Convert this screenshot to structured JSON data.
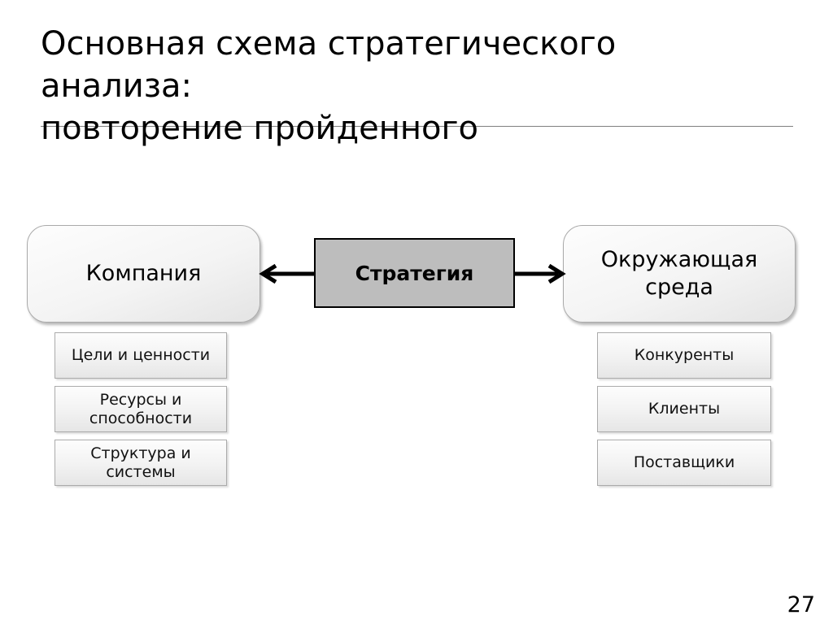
{
  "slide": {
    "title_lines": [
      "Основная схема стратегического",
      "анализа:",
      "повторение пройденного"
    ],
    "page_number": "27"
  },
  "diagram": {
    "company_box_label": "Компания",
    "strategy_box_label": "Стратегия",
    "environment_box_label": "Окружающая среда",
    "company_items": [
      "Цели и ценности",
      "Ресурсы и способности",
      "Структура и системы"
    ],
    "environment_items": [
      "Конкуренты",
      "Клиенты",
      "Поставщики"
    ]
  },
  "colors": {
    "strategy_fill": "#bdbdbd",
    "rounded_box_border": "#aaaaaa",
    "item_box_border": "#ababab",
    "title_rule": "#808080",
    "arrow": "#000000",
    "text": "#000000"
  }
}
